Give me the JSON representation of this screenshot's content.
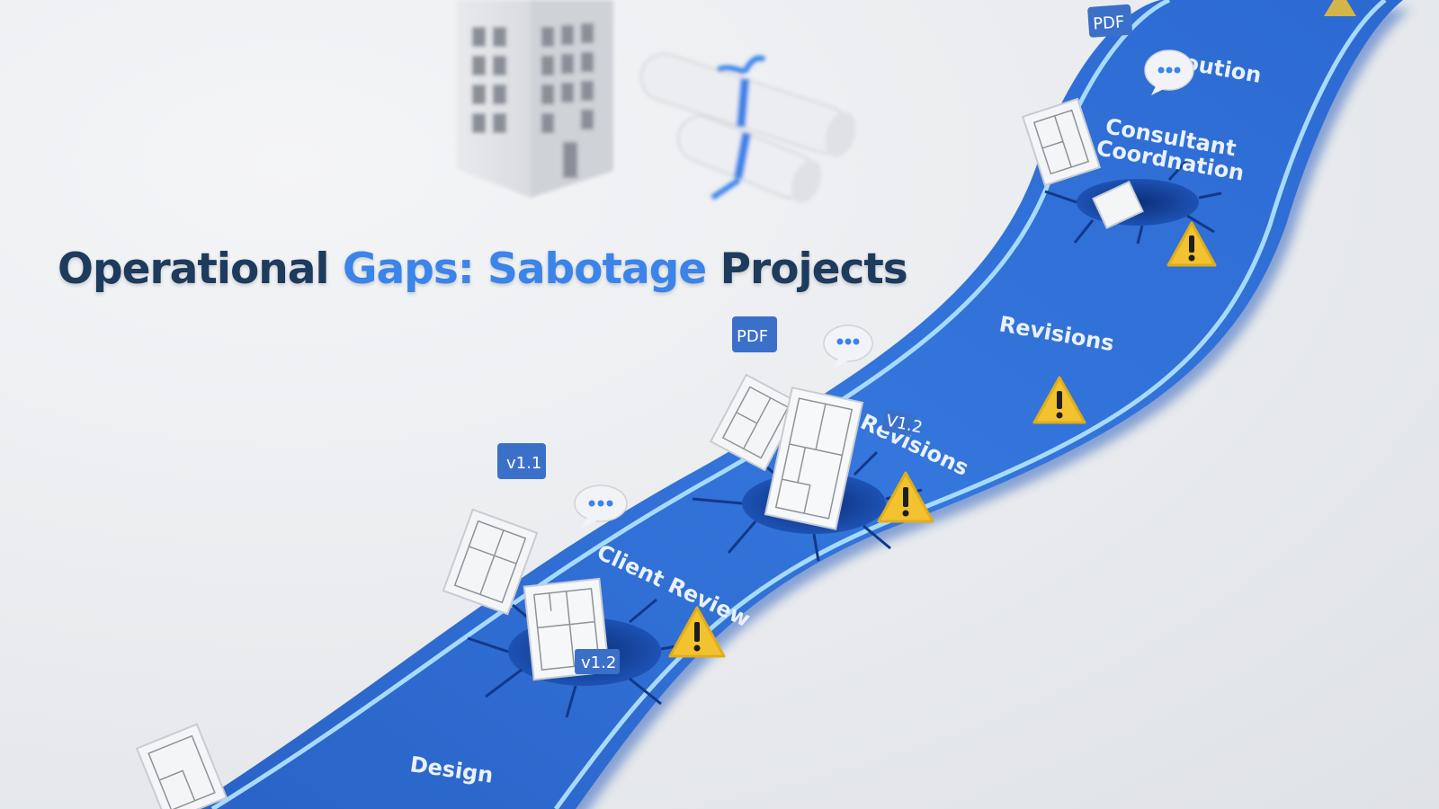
{
  "headline": {
    "part1": "Operational",
    "part2": "Gaps: Sabotage",
    "part3": "Projects"
  },
  "road_labels": {
    "design": "Design",
    "client_review": "Client Review",
    "revisions_lower": "Revisions",
    "revisions_upper": "Revisions",
    "consultant": "Consultant",
    "coordination": "Coordnation",
    "top": "Coution"
  },
  "tags": {
    "v11": "v1.1",
    "v12_lower": "v1.2",
    "v12_mid": "V1.2",
    "pdf_mid": "PDF",
    "pdf_top": "PDF"
  },
  "icons": [
    "building-icon",
    "scroll-icon",
    "warning-icon",
    "chat-bubble-icon",
    "blueprint-icon"
  ],
  "colors": {
    "road": "#2e6fd6",
    "road_edge": "#9fd4ff",
    "warning": "#f2c230",
    "headline_dark": "#1d3b5c",
    "headline_accent": "#3a84ea"
  }
}
